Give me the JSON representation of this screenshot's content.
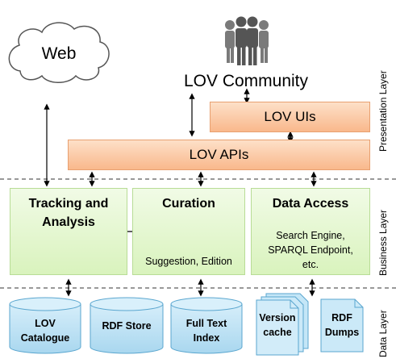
{
  "nodes": {
    "web": "Web",
    "community": "LOV Community",
    "lov_uis": "LOV UIs",
    "lov_apis": "LOV APIs",
    "tracking": {
      "title_line1": "Tracking and",
      "title_line2": "Analysis"
    },
    "curation": {
      "title": "Curation",
      "sub": "Suggestion, Edition"
    },
    "data_access": {
      "title": "Data Access",
      "sub_line1": "Search Engine,",
      "sub_line2": "SPARQL Endpoint,",
      "sub_line3": "etc."
    },
    "lov_catalogue": {
      "line1": "LOV",
      "line2": "Catalogue"
    },
    "rdf_store": {
      "line1": "RDF Store"
    },
    "full_text_index": {
      "line1": "Full Text",
      "line2": "Index"
    },
    "version_cache": {
      "line1": "Version",
      "line2": "cache"
    },
    "rdf_dumps": {
      "line1": "RDF",
      "line2": "Dumps"
    }
  },
  "layers": {
    "presentation": "Presentation Layer",
    "business": "Business Layer",
    "data": "Data Layer"
  },
  "colors": {
    "presentation_box": "#f9b88c",
    "business_box": "#d9f3bd",
    "data_store": "#bfe4f6",
    "people": "#7a7a7a"
  },
  "icons": {
    "community": "people-group-icon",
    "web": "cloud-shape"
  }
}
